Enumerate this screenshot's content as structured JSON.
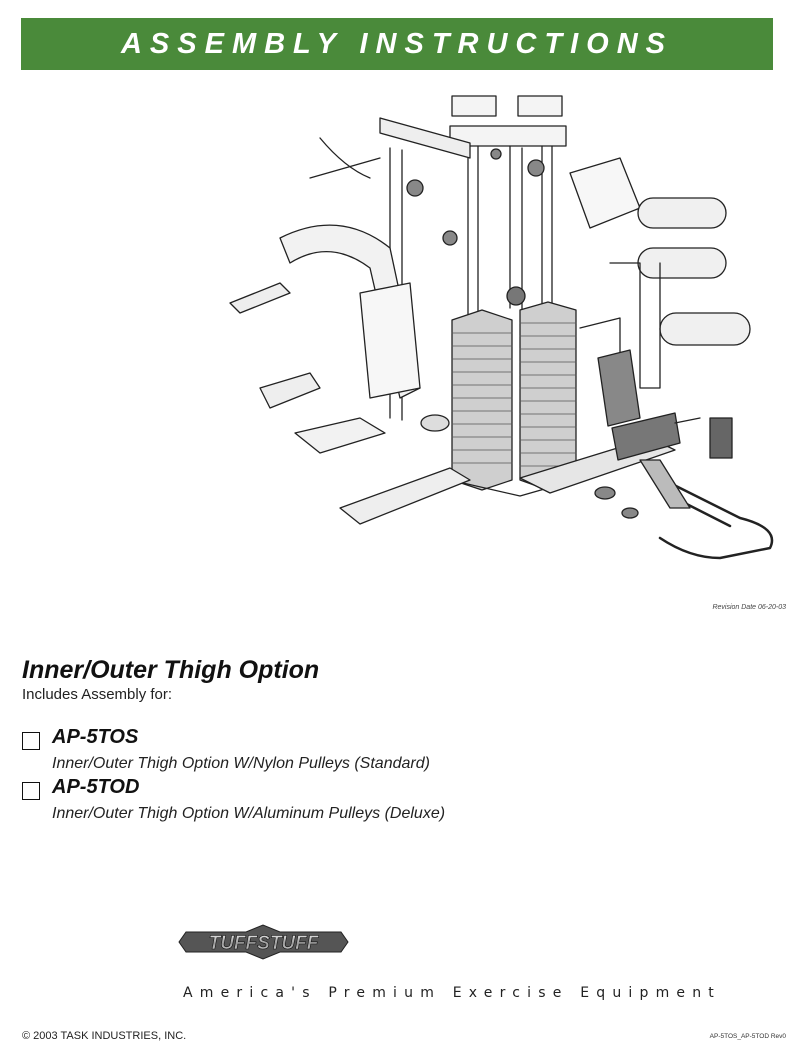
{
  "header": {
    "banner": "ASSEMBLY INSTRUCTIONS"
  },
  "revision": "Revision Date 06-20-03",
  "title": "Inner/Outer Thigh Option",
  "subtitle": "Includes Assembly for:",
  "options": [
    {
      "model": "AP-5TOS",
      "description": "Inner/Outer Thigh Option W/Nylon Pulleys (Standard)",
      "checked": false
    },
    {
      "model": "AP-5TOD",
      "description": "Inner/Outer Thigh Option W/Aluminum Pulleys (Deluxe)",
      "checked": false
    }
  ],
  "brand": {
    "logo": "TUFFSTUFF",
    "tagline": "America's Premium Exercise Equipment"
  },
  "footer": {
    "copyright": "© 2003 TASK INDUSTRIES, INC.",
    "doc_id": "AP-5TOS_AP-5TOD Rev0"
  },
  "colors": {
    "banner": "#4a8a3a",
    "text": "#111111"
  },
  "icons": {
    "checkbox": "empty-checkbox-icon",
    "illustration": "home-gym-line-drawing"
  }
}
